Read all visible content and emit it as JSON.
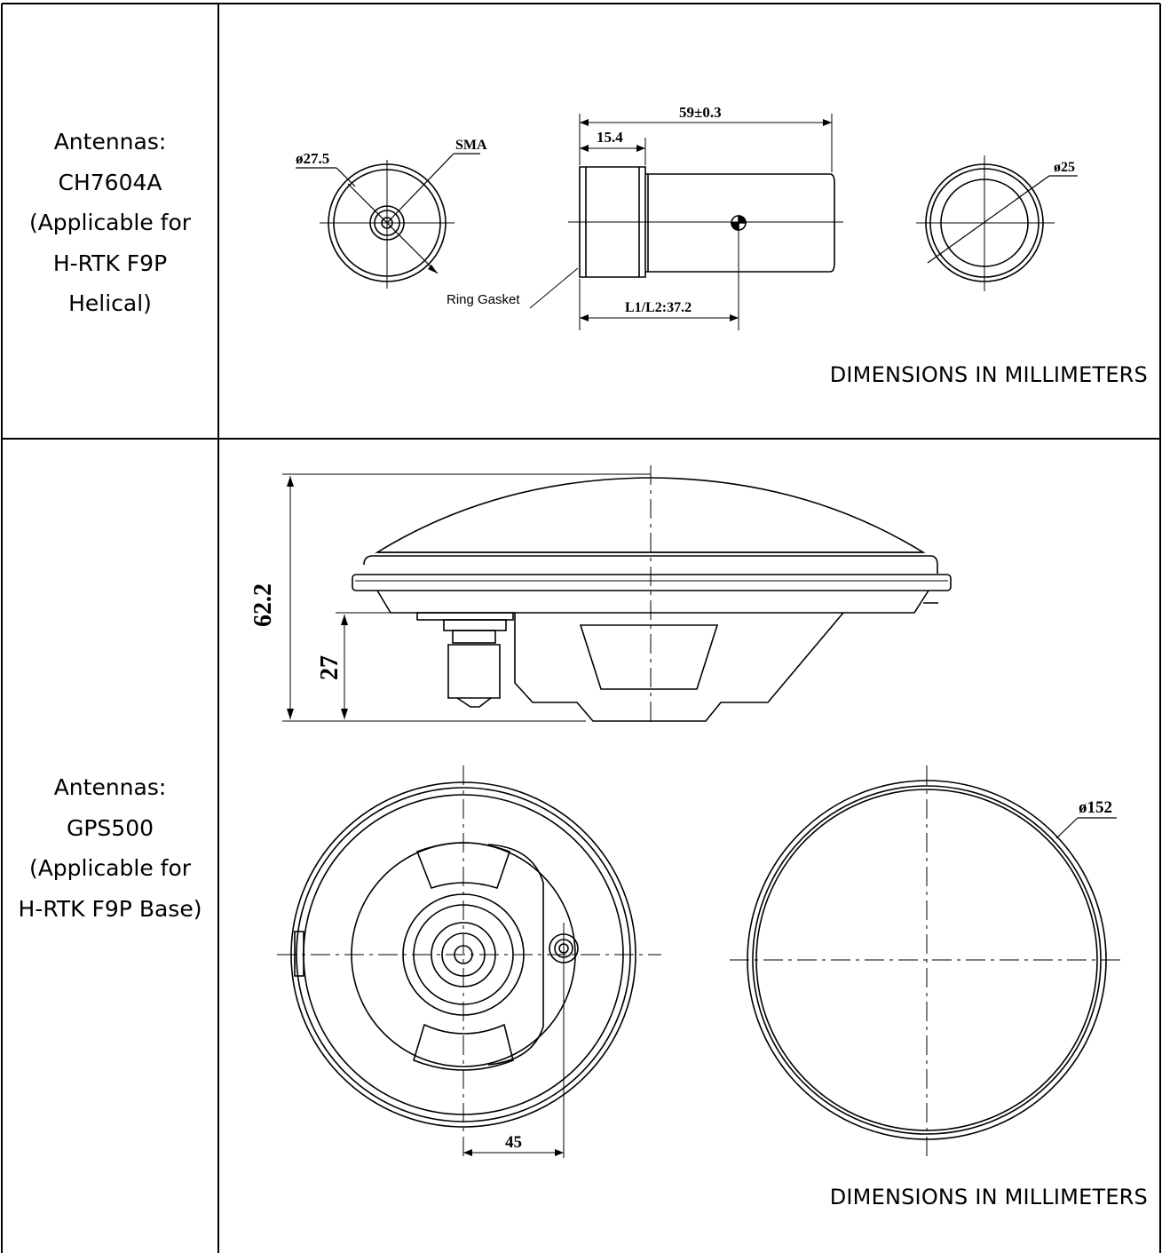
{
  "row1": {
    "label_lines": [
      "Antennas:",
      "CH7604A",
      "(Applicable for",
      "H-RTK F9P",
      "Helical)"
    ],
    "dim_note": "DIMENSIONS IN MILLIMETERS",
    "callouts": {
      "diameter_front": "ø27.5",
      "sma": "SMA",
      "length_total": "59±0.3",
      "length_cap": "15.4",
      "ring_gasket": "Ring Gasket",
      "phase_center": "L1/L2:37.2",
      "diameter_back": "ø25"
    }
  },
  "row2": {
    "label_lines": [
      "Antennas:",
      "GPS500",
      "(Applicable for",
      "H-RTK F9P Base)"
    ],
    "dim_note": "DIMENSIONS IN MILLIMETERS",
    "callouts": {
      "height_total": "62.2",
      "height_base": "27",
      "offset": "45",
      "diameter": "ø152"
    }
  }
}
